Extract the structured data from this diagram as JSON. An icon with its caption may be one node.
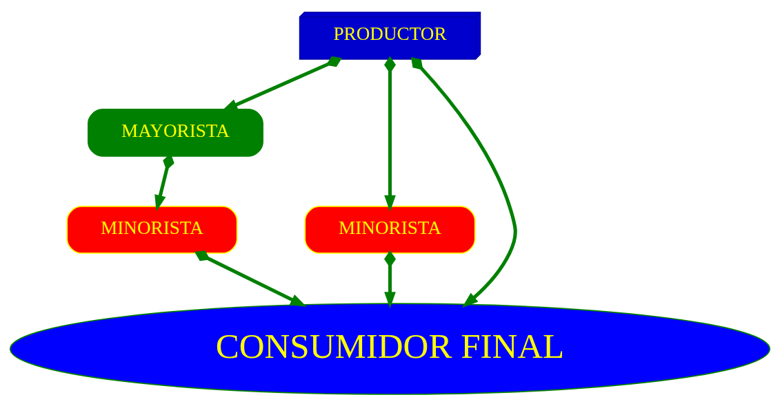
{
  "diagram": {
    "nodes": [
      {
        "text": [
          "PRODUCTOR"
        ]
      },
      {
        "text": [
          "MAYORISTA"
        ]
      },
      {
        "text": [
          "MINORISTA"
        ]
      },
      {
        "text": [
          "MINORISTA"
        ]
      },
      {
        "text": [
          "CONSUMIDOR FINAL"
        ]
      }
    ],
    "edges": [
      {
        "from": 0,
        "to": 1,
        "arrow": "to"
      },
      {
        "from": 0,
        "to": 3,
        "arrow": "to"
      },
      {
        "from": 0,
        "to": 4,
        "arrow": "to"
      },
      {
        "from": 1,
        "to": 2,
        "arrow": "to"
      },
      {
        "from": 2,
        "to": 4,
        "arrow": "to"
      },
      {
        "from": 3,
        "to": 4,
        "arrow": "to"
      }
    ]
  }
}
